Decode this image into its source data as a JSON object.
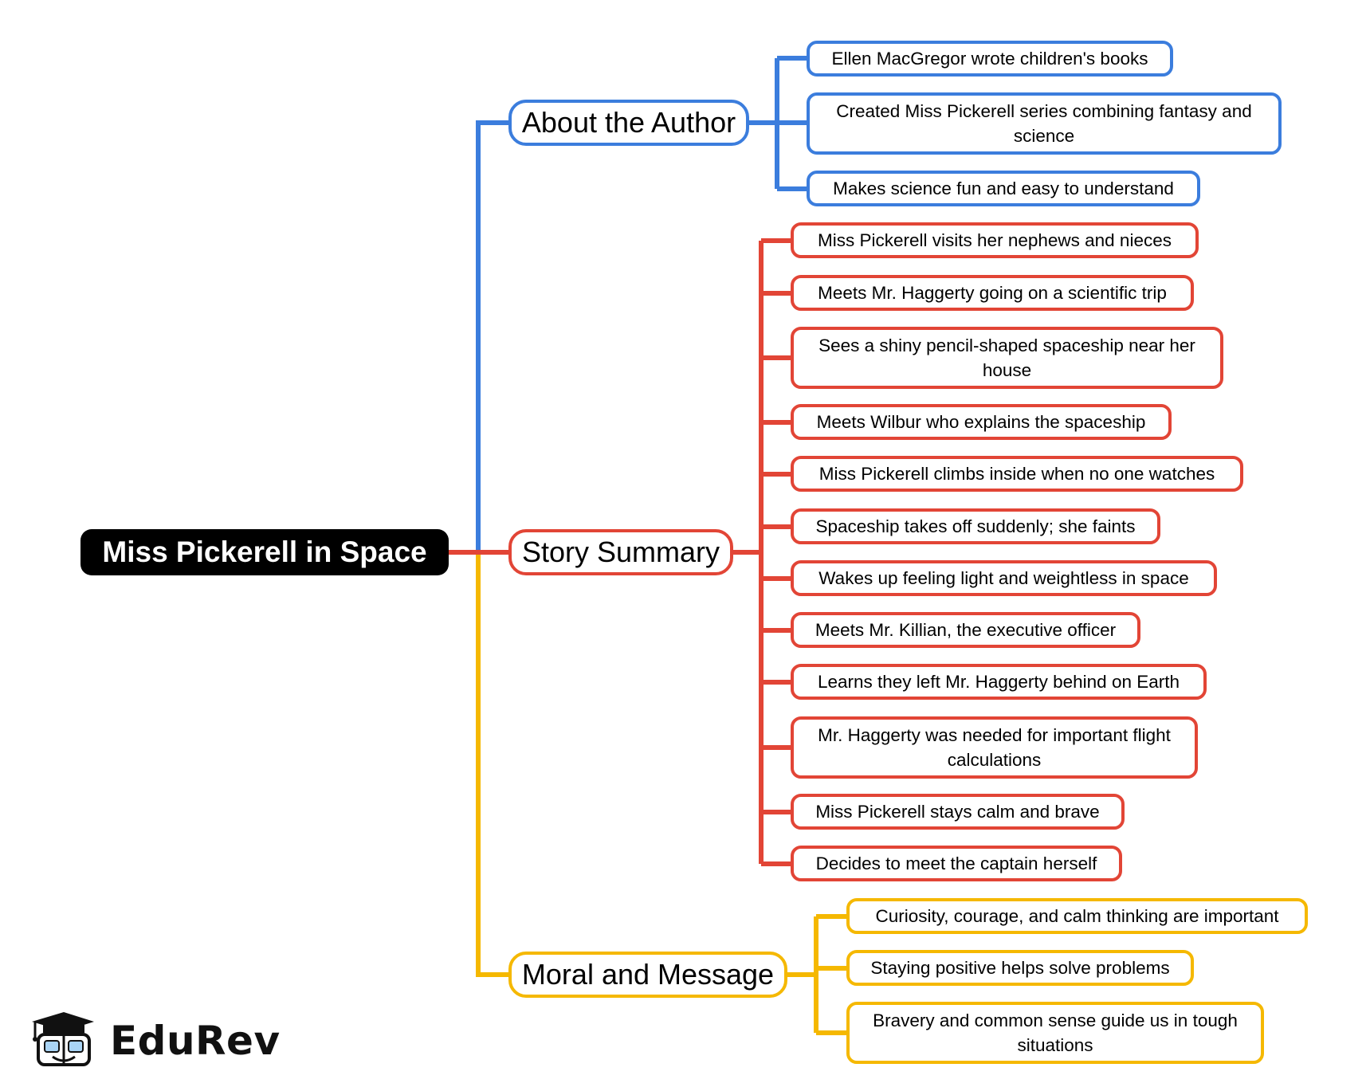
{
  "colors": {
    "about": "#3b7ddd",
    "story": "#e24536",
    "moral": "#f5b800",
    "root_bg": "#000000"
  },
  "root": {
    "label": "Miss Pickerell in Space"
  },
  "branches": [
    {
      "label": "About the Author",
      "leaves": [
        "Ellen MacGregor wrote children's books",
        "Created Miss Pickerell series combining fantasy and science",
        "Makes science fun and easy to understand"
      ]
    },
    {
      "label": "Story Summary",
      "leaves": [
        "Miss Pickerell visits her nephews and nieces",
        "Meets Mr. Haggerty going on a scientific trip",
        "Sees a shiny pencil-shaped spaceship near her house",
        "Meets Wilbur who explains the spaceship",
        "Miss Pickerell climbs inside when no one watches",
        "Spaceship takes off suddenly; she faints",
        "Wakes up feeling light and weightless in space",
        "Meets Mr. Killian, the executive officer",
        "Learns they left Mr. Haggerty behind on Earth",
        "Mr. Haggerty was needed for important flight calculations",
        "Miss Pickerell stays calm and brave",
        "Decides to meet the captain herself"
      ]
    },
    {
      "label": "Moral and Message",
      "leaves": [
        "Curiosity, courage, and calm thinking are important",
        "Staying positive helps solve problems",
        "Bravery and common sense guide us in tough situations"
      ]
    }
  ],
  "logo": {
    "text": "EduRev",
    "icon": "graduation-cap-book-icon"
  }
}
